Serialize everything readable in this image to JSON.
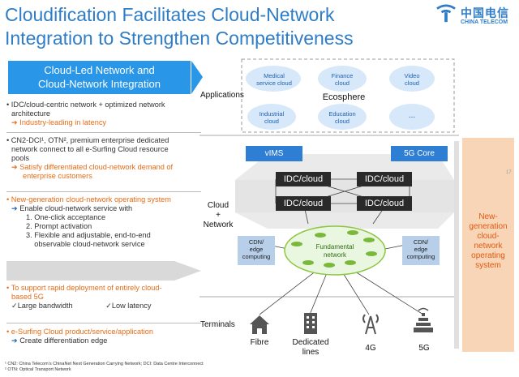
{
  "title_lines": [
    "Cloudification Facilitates Cloud-Network",
    "Integration to Strengthen Competitiveness"
  ],
  "logo": {
    "cn": "中国电信",
    "en": "CHINA TELECOM"
  },
  "left_panel": {
    "header_lines": [
      "Cloud-Led Network and",
      "Cloud-Network Integration"
    ],
    "b1_lines": [
      "IDC/cloud-centric network + optimized network",
      "architecture"
    ],
    "b1_result": "Industry-leading in latency",
    "b2_lines": [
      "CN2-DCI¹, OTN², premium enterprise dedicated",
      "network connect to all e-Surfing Cloud resource",
      "pools"
    ],
    "b2_result_lines": [
      "Satisfy differentiated cloud-network demand of",
      "enterprise customers"
    ],
    "b3_title": "New-generation cloud-network operating system",
    "b3_enable": "Enable cloud-network service with",
    "b3_items": [
      "1. One-click acceptance",
      "2. Prompt activation",
      "3. Flexible and adjustable, end-to-end",
      "    observable cloud-network service"
    ],
    "b4_title_lines": [
      "To support rapid deployment of entirely cloud-",
      "based 5G"
    ],
    "b4_checks": [
      "✓Large bandwidth",
      "✓Low latency"
    ],
    "b5_title": "e-Surfing Cloud product/service/application",
    "b5_result": "Create differentiation edge"
  },
  "footnotes": [
    "¹ CN2: China Telecom’s ChinaNet Next Generation Carrying Network; DCI: Data Centre Interconnect",
    "² OTN: Optical Transport Network"
  ],
  "rows": {
    "applications": "Applications",
    "cloud_network": [
      "Cloud",
      "+",
      "Network"
    ],
    "terminals": "Terminals"
  },
  "apps": {
    "clouds": [
      [
        "Medical",
        "service cloud"
      ],
      [
        "Finance",
        "cloud"
      ],
      [
        "Video",
        "cloud"
      ],
      [
        "Industrial",
        "cloud"
      ],
      [
        "Education",
        "cloud"
      ],
      [
        "..."
      ]
    ],
    "ecosphere": "Ecosphere"
  },
  "network": {
    "vims": "vIMS",
    "core": "5G Core",
    "idc": "IDC/cloud",
    "cdn": [
      "CDN/",
      "edge",
      "computing"
    ],
    "fundamental": [
      "Fundamental",
      "network"
    ]
  },
  "terminals": [
    [
      "Fibre"
    ],
    [
      "Dedicated",
      "lines"
    ],
    [
      "4G"
    ],
    [
      "5G"
    ]
  ],
  "operating_system": [
    "New-",
    "generation",
    "cloud-",
    "network",
    "operating",
    "system"
  ],
  "page_number": "17",
  "colors": {
    "title_blue": "#2f7dc6",
    "accent_orange": "#e66b14",
    "header_blue": "#2996e8",
    "cloud_blue": "#1d62b0"
  }
}
